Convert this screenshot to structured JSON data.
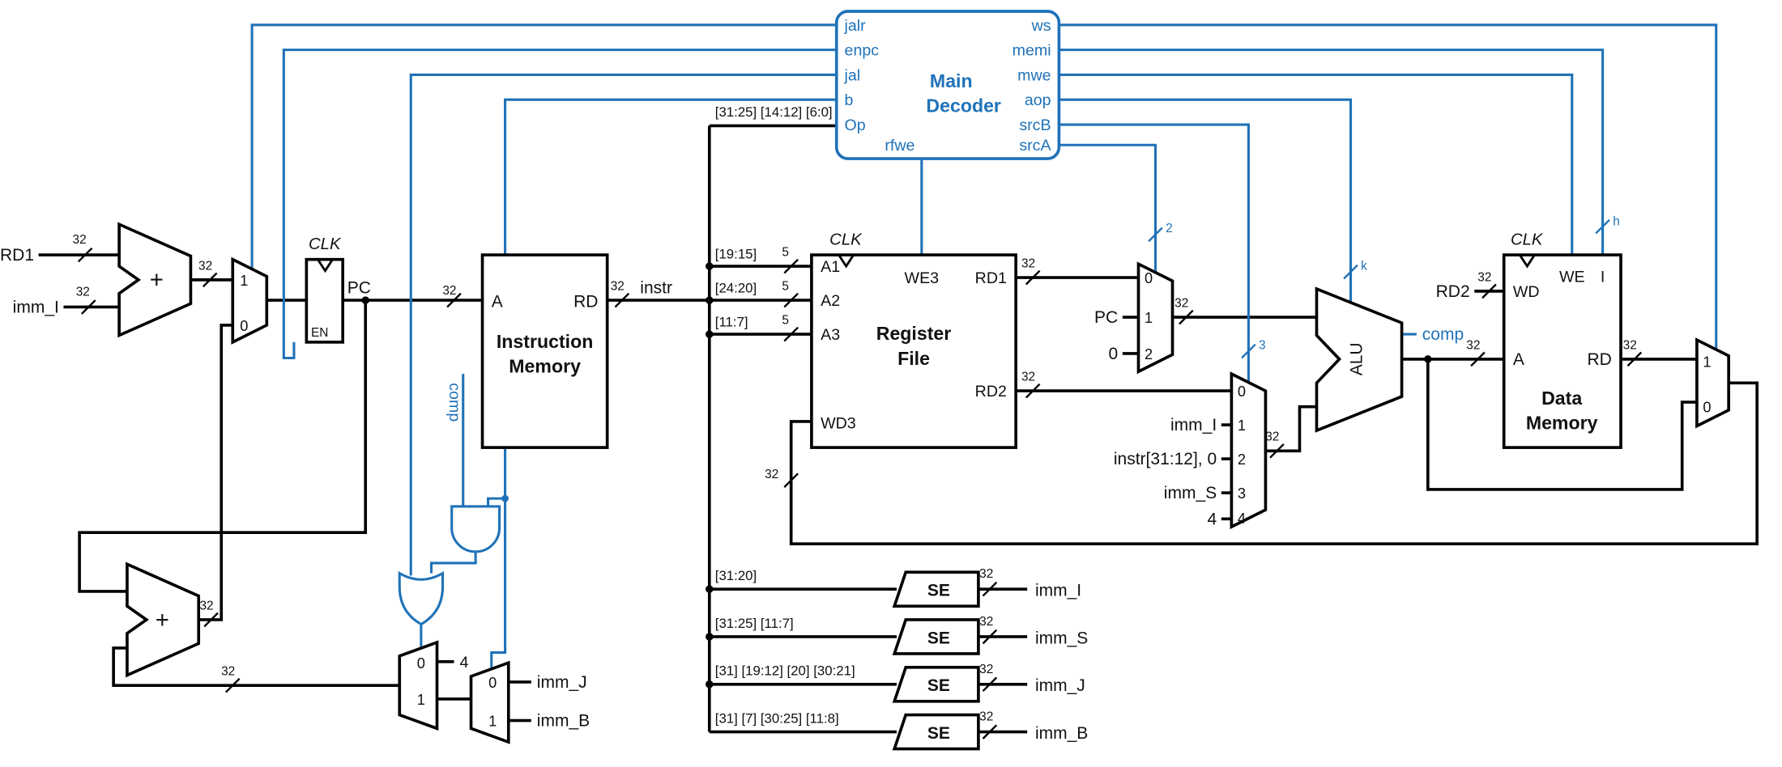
{
  "colors": {
    "wire": "#000000",
    "control": "#1f72b8",
    "background": "#ffffff"
  },
  "bit_widths": {
    "b32": "32",
    "b5": "5",
    "b2": "2",
    "b3": "3",
    "bk": "k",
    "bh": "h"
  },
  "decoder": {
    "title1": "Main",
    "title2": "Decoder",
    "jalr": "jalr",
    "enpc": "enpc",
    "jal": "jal",
    "b": "b",
    "op": "Op",
    "rfwe": "rfwe",
    "ws": "ws",
    "memi": "memi",
    "mwe": "mwe",
    "aop": "aop",
    "srcB": "srcB",
    "srcA": "srcA"
  },
  "inputs": {
    "rd1": "RD1",
    "imm_i": "imm_I"
  },
  "adders": {
    "plus": "+"
  },
  "pc_reg": {
    "clk": "CLK",
    "en": "EN",
    "out": "PC"
  },
  "jalr_mux": {
    "in1": "1",
    "in0": "0"
  },
  "imem": {
    "a": "A",
    "rd": "RD",
    "title1": "Instruction",
    "title2": "Memory",
    "out": "instr",
    "op_bits": "[31:25] [14:12] [6:0]"
  },
  "regfile": {
    "clk": "CLK",
    "we3": "WE3",
    "a1": "A1",
    "a2": "A2",
    "a3": "A3",
    "wd3": "WD3",
    "rd1": "RD1",
    "rd2": "RD2",
    "title1": "Register",
    "title2": "File",
    "a1_bits": "[19:15]",
    "a2_bits": "[24:20]",
    "a3_bits": "[11:7]"
  },
  "srca_mux": {
    "in0": "0",
    "in1": "1",
    "in2": "2",
    "pc": "PC",
    "zero": "0"
  },
  "srcb_mux": {
    "in0": "0",
    "in1": "1",
    "in2": "2",
    "in3": "3",
    "in4": "4",
    "imm_i": "imm_I",
    "instr_slice": "instr[31:12], 0",
    "imm_s": "imm_S",
    "four": "4"
  },
  "alu": {
    "name": "ALU",
    "comp": "comp"
  },
  "dmem": {
    "clk": "CLK",
    "we": "WE",
    "i": "I",
    "wd": "WD",
    "a": "A",
    "rd": "RD",
    "rd2": "RD2",
    "title1": "Data",
    "title2": "Memory"
  },
  "result_mux": {
    "in1": "1",
    "in0": "0"
  },
  "branch_logic": {
    "comp": "comp",
    "four": "4",
    "mux_pc": {
      "in0": "0",
      "in1": "1"
    },
    "mux_imm": {
      "in0": "0",
      "in1": "1",
      "imm_j": "imm_J",
      "imm_b": "imm_B"
    }
  },
  "sign_extend": {
    "label": "SE",
    "rows": [
      {
        "bits": "[31:20]",
        "out": "imm_I"
      },
      {
        "bits": "[31:25] [11:7]",
        "out": "imm_S"
      },
      {
        "bits": "[31] [19:12] [20] [30:21]",
        "out": "imm_J"
      },
      {
        "bits": "[31] [7] [30:25] [11:8]",
        "out": "imm_B"
      }
    ]
  }
}
